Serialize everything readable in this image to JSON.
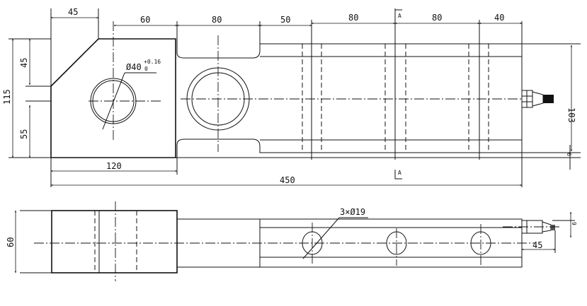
{
  "top_view": {
    "dims": {
      "chamfer_width": "45",
      "hole_offset": "60",
      "middle_width": "80",
      "step": "50",
      "pitch_1": "80",
      "pitch_2": "80",
      "end": "40",
      "left_block_width": "120",
      "overall_length": "450",
      "overall_height": "115",
      "chamfer_height": "45",
      "lower_height": "55",
      "right_height": "103",
      "offset": "6"
    },
    "hole_callout": {
      "diameter": "Ø40",
      "upper_tol": "+0.16",
      "lower_tol": "0"
    },
    "section_marker": "A"
  },
  "bottom_view": {
    "dims": {
      "width": "60",
      "cable_length": "45",
      "cable_offset": "9"
    },
    "holes_callout": "3×Ø19"
  }
}
